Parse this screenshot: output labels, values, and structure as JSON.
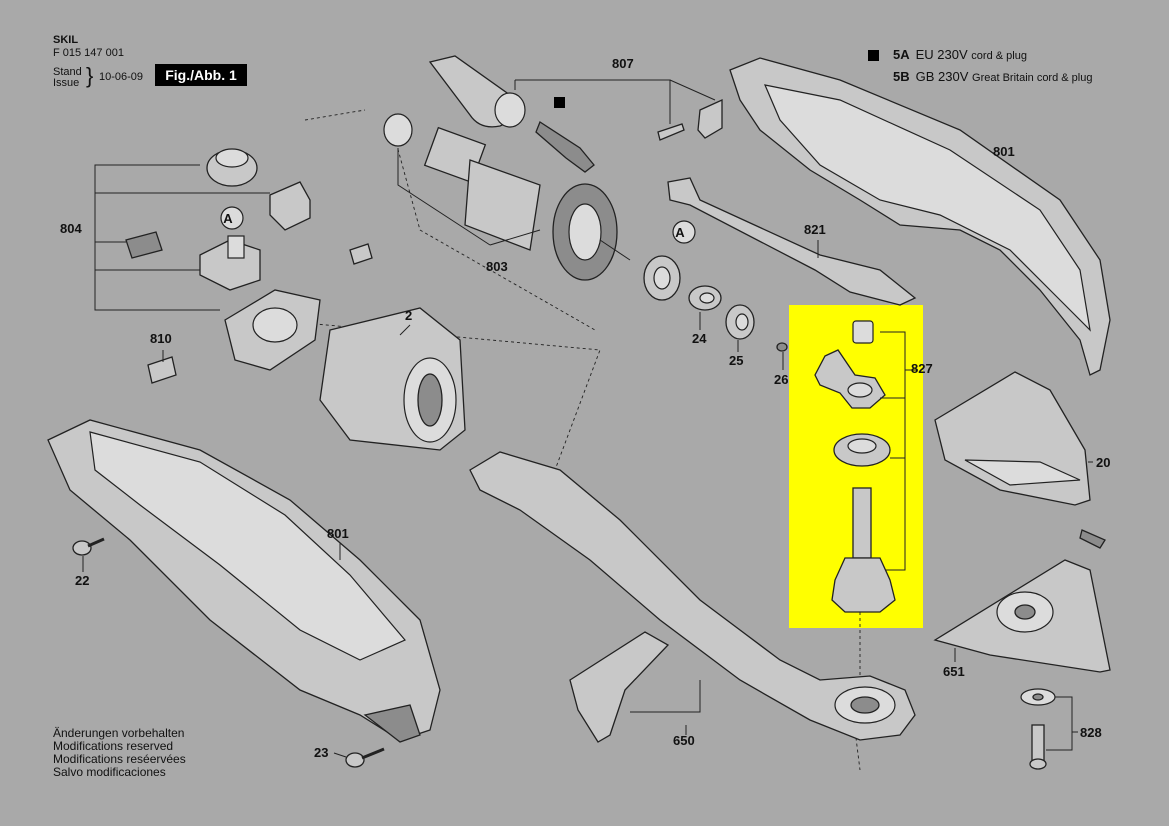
{
  "header": {
    "brand": "SKIL",
    "part_number": "F 015 147 001",
    "stand_label": "Stand",
    "issue_label": "Issue",
    "date": "10-06-09",
    "figure": "Fig./Abb. 1"
  },
  "legend": [
    {
      "code": "5A",
      "voltage": "EU 230V",
      "desc": "cord & plug"
    },
    {
      "code": "5B",
      "voltage": "GB 230V",
      "desc": "Great Britain cord & plug"
    }
  ],
  "notes": [
    "Änderungen vorbehalten",
    "Modifications reserved",
    "Modifications reséervées",
    "Salvo modificaciones"
  ],
  "callouts": {
    "p807": "807",
    "p801_top": "801",
    "p804": "804",
    "pA1": "A",
    "pA2": "A",
    "p821": "821",
    "p803": "803",
    "p2": "2",
    "p810": "810",
    "p24": "24",
    "p25": "25",
    "p26": "26",
    "p827": "827",
    "p20": "20",
    "p801_bottom": "801",
    "p22": "22",
    "p651": "651",
    "p650": "650",
    "p828": "828",
    "p23": "23"
  },
  "highlight_color": "#ffff00"
}
